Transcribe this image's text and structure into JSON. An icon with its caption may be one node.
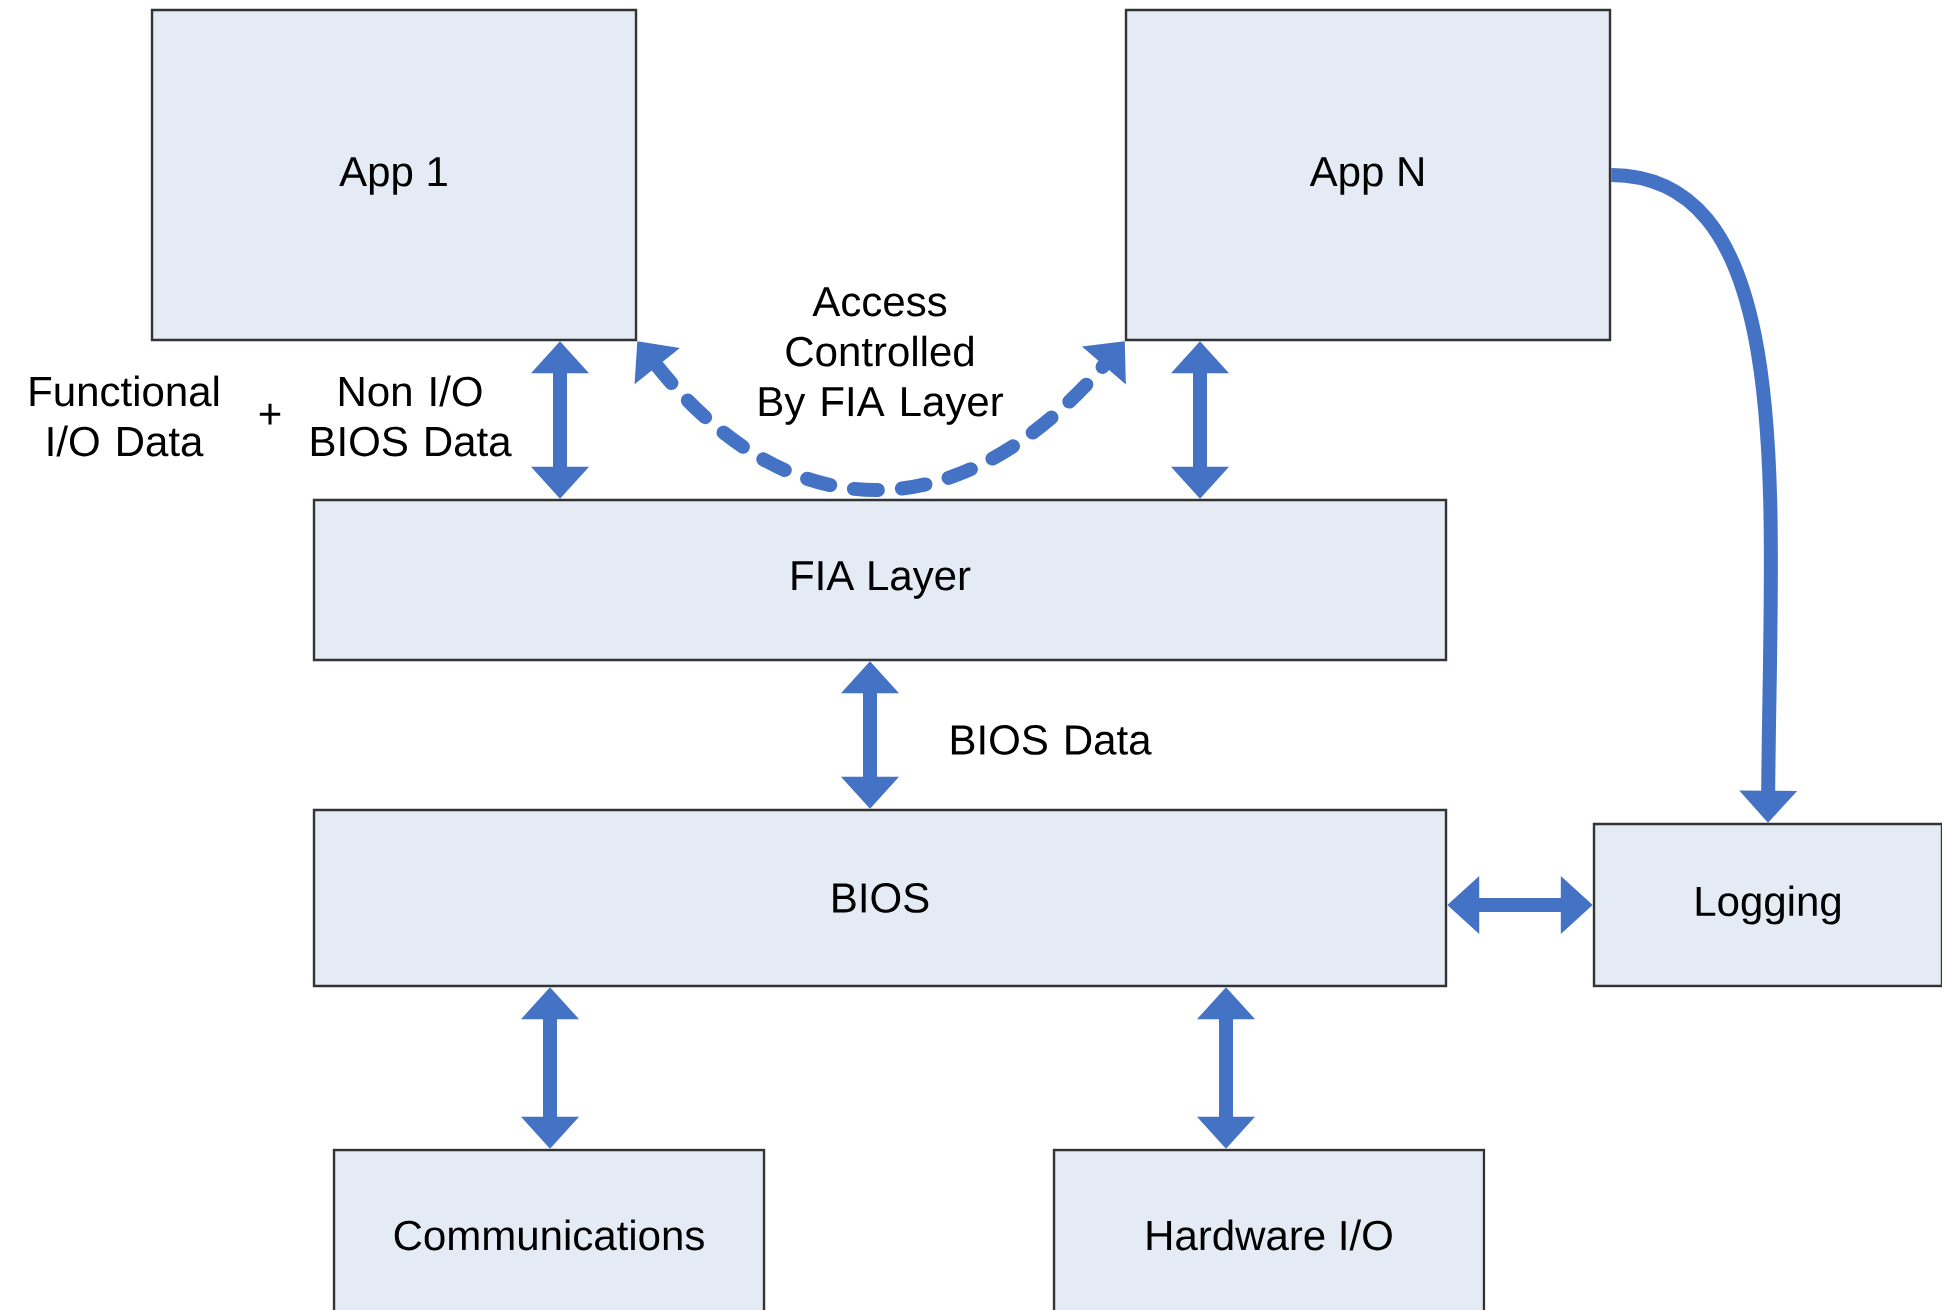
{
  "diagram": {
    "nodes": [
      {
        "text": [
          "App 1"
        ]
      },
      {
        "text": [
          "App N"
        ]
      },
      {
        "text": [
          "FIA Layer"
        ]
      },
      {
        "text": [
          "BIOS"
        ]
      },
      {
        "text": [
          "Logging"
        ]
      },
      {
        "text": [
          "Communications"
        ]
      },
      {
        "text": [
          "Hardware I/O"
        ]
      }
    ],
    "edges": [
      {
        "from": 0,
        "to": 2,
        "arrow": "both"
      },
      {
        "from": 0,
        "to": 1,
        "arrow": "both",
        "style": "dashed",
        "label": "Access Controlled By FIA Layer"
      },
      {
        "from": 1,
        "to": 2,
        "arrow": "both"
      },
      {
        "from": 2,
        "to": 3,
        "arrow": "both",
        "label": "BIOS Data"
      },
      {
        "from": 1,
        "to": 4,
        "arrow": "to"
      },
      {
        "from": 3,
        "to": 4,
        "arrow": "both"
      },
      {
        "from": 3,
        "to": 5,
        "arrow": "both"
      },
      {
        "from": 3,
        "to": 6,
        "arrow": "both"
      }
    ],
    "labels": [
      "Functional I/O Data",
      "+",
      "Non I/O BIOS Data"
    ]
  }
}
